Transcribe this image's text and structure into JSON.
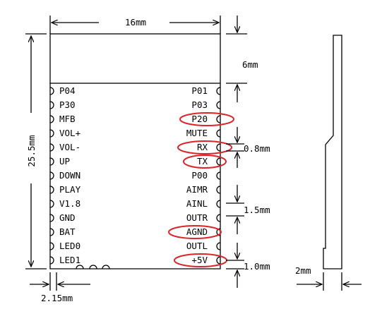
{
  "dimensions": {
    "width": "16mm",
    "height": "25.5mm",
    "antenna_height": "6mm",
    "pin_pitch": "0.8mm",
    "pin_width": "1.5mm",
    "bottom_gap": "1.0mm",
    "left_offset": "2.15mm",
    "thickness": "2mm"
  },
  "pins": {
    "left": [
      "P04",
      "P30",
      "MFB",
      "VOL+",
      "VOL-",
      "UP",
      "DOWN",
      "PLAY",
      "V1.8",
      "GND",
      "BAT",
      "LED0",
      "LED1"
    ],
    "right": [
      "P01",
      "P03",
      "P20",
      "MUTE",
      "RX",
      "TX",
      "P00",
      "AIMR",
      "AINL",
      "OUTR",
      "AGND",
      "OUTL",
      "+5V"
    ]
  },
  "highlighted_pins": [
    "P20",
    "RX",
    "TX",
    "AGND",
    "+5V"
  ],
  "colors": {
    "highlight": "#d8262b",
    "line": "#000000"
  }
}
